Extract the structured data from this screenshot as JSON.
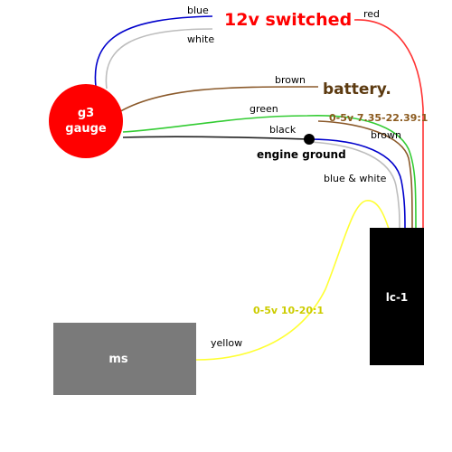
{
  "gauge": {
    "line1": "g3",
    "line2": "gauge"
  },
  "controller": {
    "label": "lc-1"
  },
  "ms": {
    "label": "ms"
  },
  "titles": {
    "power": "12v switched",
    "battery": "battery.",
    "ground": "engine ground",
    "ratio_narrow": "0-5v 7.35-22.39:1",
    "ratio_wide": "0-5v 10-20:1"
  },
  "wires": {
    "blue": "blue",
    "white": "white",
    "red": "red",
    "brown_top": "brown",
    "brown_right": "brown",
    "green": "green",
    "black": "black",
    "blue_white": "blue & white",
    "yellow": "yellow"
  },
  "colors": {
    "gauge": "#ff0000",
    "controller": "#000000",
    "ms": "#7a7a7a",
    "power_text": "#ff0000",
    "battery_text": "#5c3a10",
    "ratio_narrow_text": "#8b5a1e",
    "ratio_wide_text": "#cccc00",
    "blue_wire": "#0000cc",
    "white_wire": "#bdbdbd",
    "red_wire": "#ff3333",
    "brown_wire": "#8b5a2b",
    "green_wire": "#33cc33",
    "black_wire": "#222222",
    "yellow_wire": "#ffff33"
  }
}
